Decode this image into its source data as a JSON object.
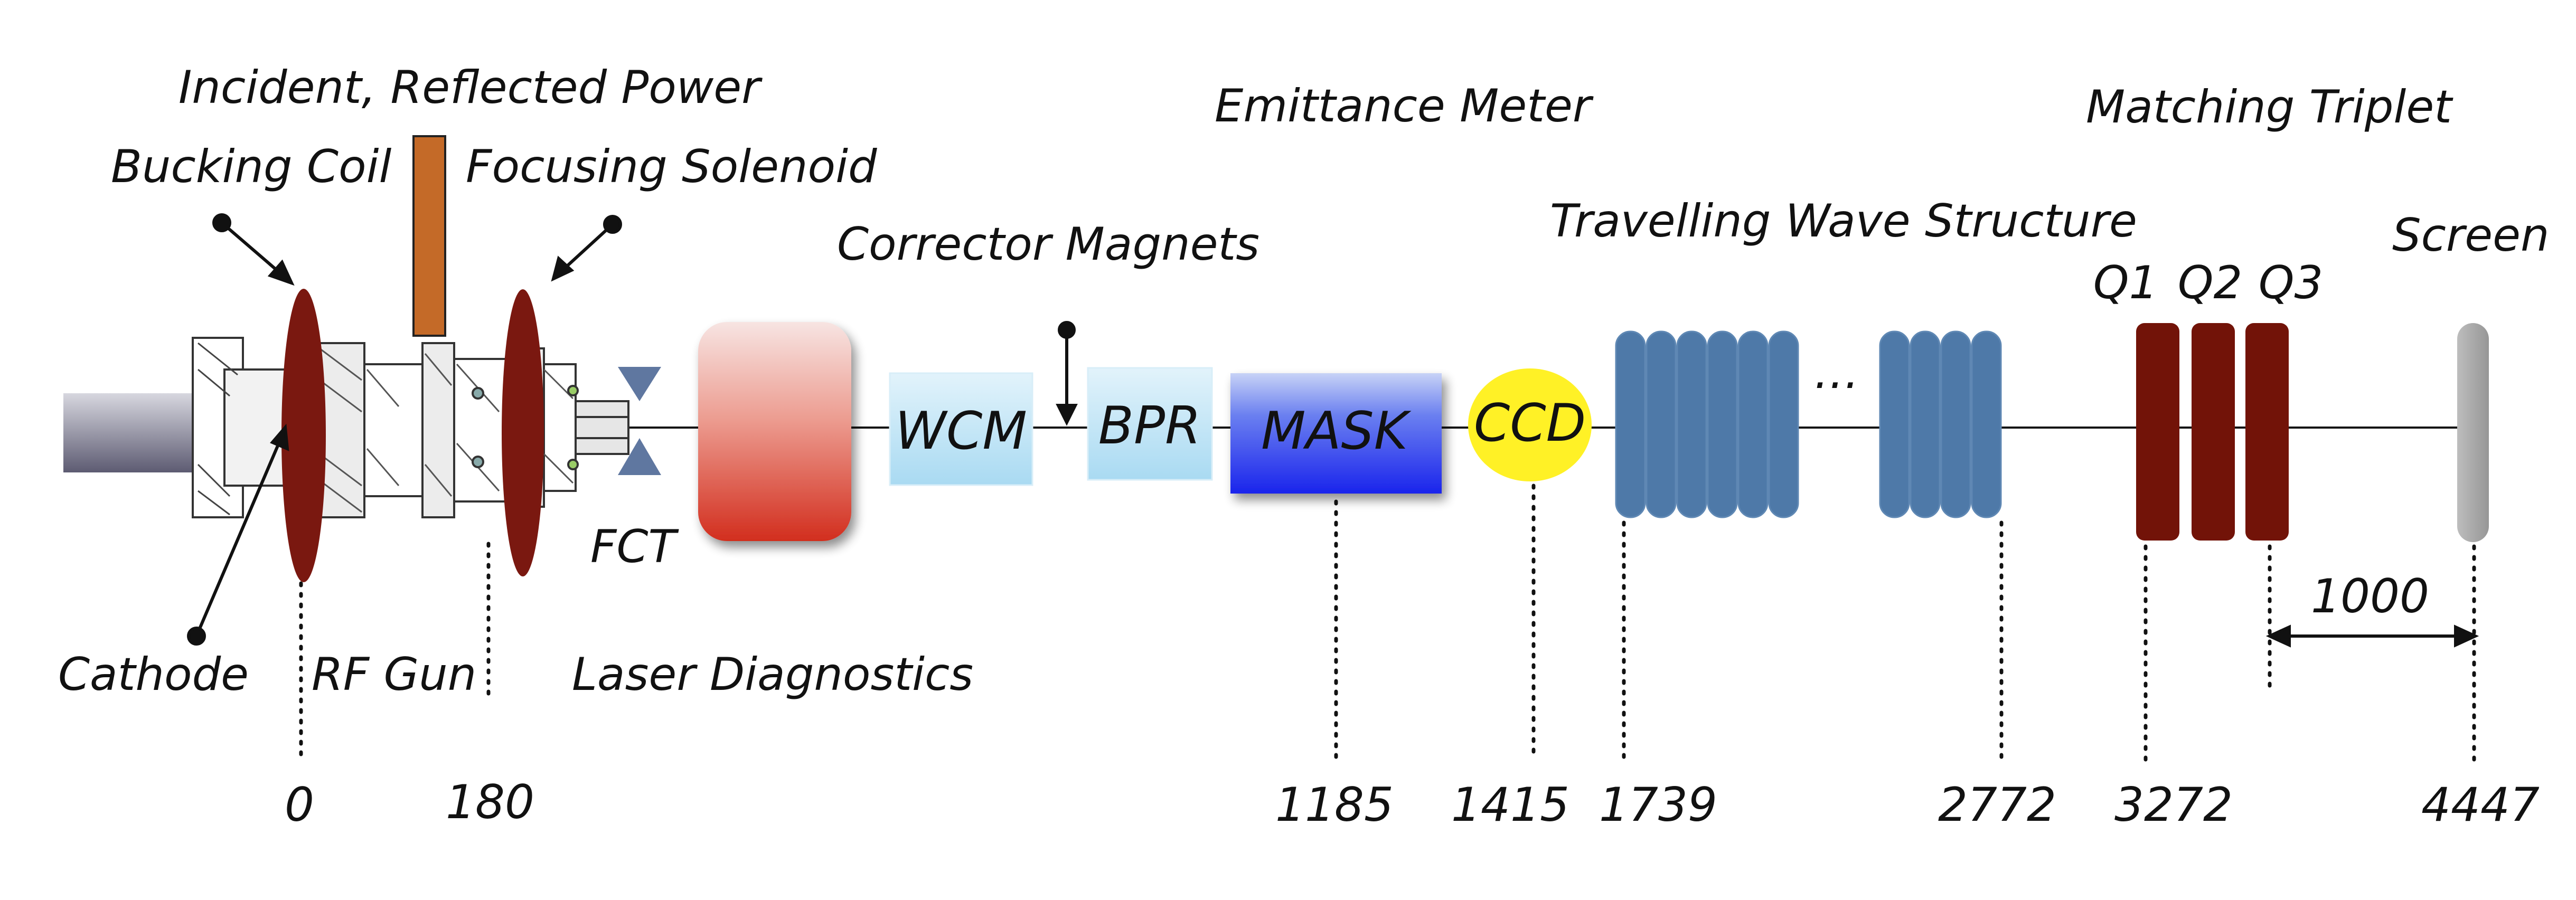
{
  "labels": {
    "incident_power": "Incident, Reflected Power",
    "bucking_coil": "Bucking Coil",
    "focusing_solenoid": "Focusing Solenoid",
    "emittance_meter": "Emittance Meter",
    "corrector_magnets": "Corrector Magnets",
    "travelling_wave": "Travelling Wave Structure",
    "matching_triplet": "Matching Triplet",
    "screen": "Screen",
    "fct": "FCT",
    "cathode": "Cathode",
    "rf_gun": "RF Gun",
    "laser_diagnostics": "Laser Diagnostics",
    "ellipsis": "…"
  },
  "boxes": {
    "wcm": "WCM",
    "bpr": "BPR",
    "mask": "MASK",
    "ccd": "CCD"
  },
  "quads": {
    "q1": "Q1",
    "q2": "Q2",
    "q3": "Q3"
  },
  "positions": {
    "p0": "0",
    "p180": "180",
    "p1185": "1185",
    "p1415": "1415",
    "p1739": "1739",
    "p2772": "2772",
    "p3272": "3272",
    "p4447": "4447"
  },
  "spacing_label": "1000",
  "colors": {
    "coil": "#7a1810",
    "coupler": "#c46a28",
    "laser_top": "#f4d4d0",
    "laser_bottom": "#d33222",
    "light_box": "#c2e6f7",
    "mask_top": "#b8c7f5",
    "mask_bottom": "#1d2bee",
    "ccd": "#fff126",
    "tws": "#4e79a8",
    "quad": "#721308",
    "screen": "#a8a8a8"
  }
}
